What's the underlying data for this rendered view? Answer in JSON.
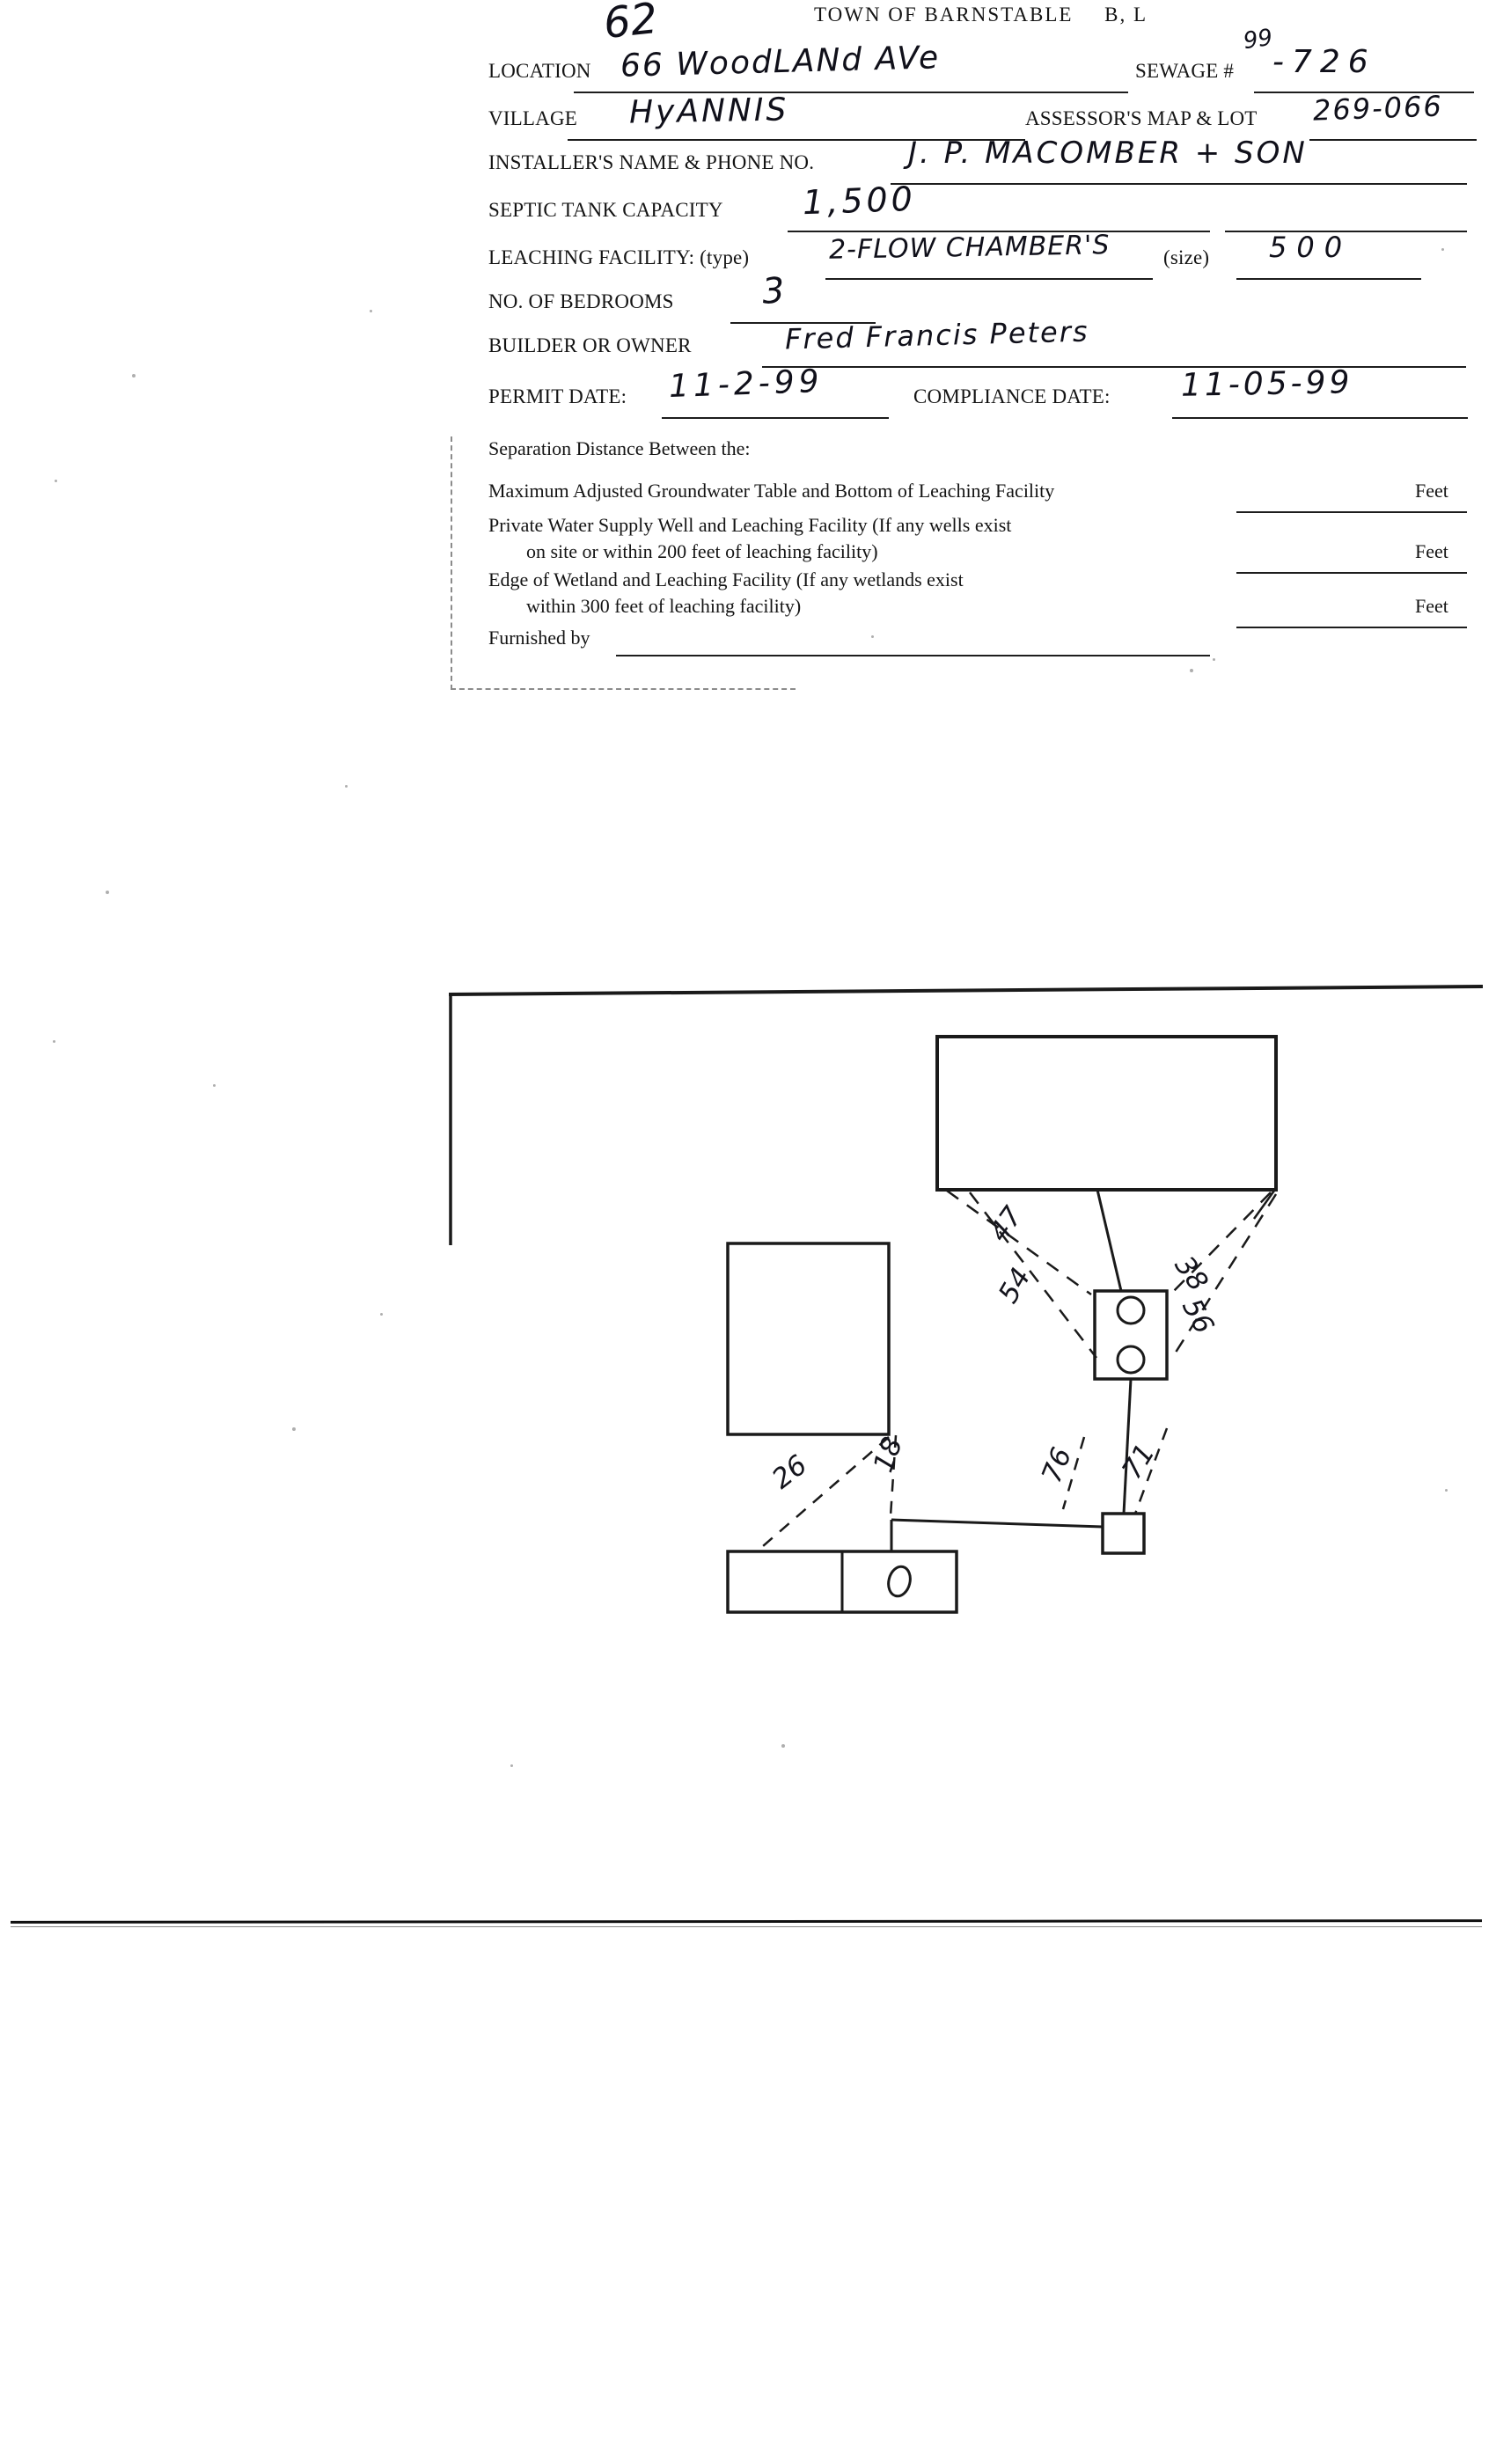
{
  "scan": {
    "title": "TOWN OF BARNSTABLE",
    "title_suffix": "B, L",
    "marginalia": {
      "corner_number": "62",
      "sewage_year": "99"
    }
  },
  "form": {
    "location": {
      "label": "LOCATION",
      "value": "66 WoodLANd AVe"
    },
    "sewage": {
      "label": "SEWAGE #",
      "value": "-726"
    },
    "village": {
      "label": "VILLAGE",
      "value": "HyANNIS"
    },
    "assessors_map_lot": {
      "label": "ASSESSOR'S MAP & LOT",
      "value": "269-066"
    },
    "installer": {
      "label": "INSTALLER'S NAME & PHONE NO.",
      "value": "J. P. MACOMBER + SON"
    },
    "septic_tank_capacity": {
      "label": "SEPTIC TANK CAPACITY",
      "value": "1,500"
    },
    "leaching_facility": {
      "label": "LEACHING FACILITY: (type)",
      "type_value": "2-FLOW CHAMBER'S",
      "size_label": "(size)",
      "size_value": "500"
    },
    "bedrooms": {
      "label": "NO. OF BEDROOMS",
      "value": "3"
    },
    "builder_or_owner": {
      "label": "BUILDER OR OWNER",
      "value": "Fred Francis Peters"
    },
    "permit_date": {
      "label": "PERMIT DATE:",
      "value": "11-2-99"
    },
    "compliance_date": {
      "label": "COMPLIANCE DATE:",
      "value": "11-05-99"
    }
  },
  "separation": {
    "heading": "Separation Distance Between the:",
    "rows": [
      {
        "line1": "Maximum Adjusted Groundwater Table and Bottom of Leaching Facility",
        "line2": "",
        "unit": "Feet"
      },
      {
        "line1": "Private Water Supply Well and Leaching Facility  (If any wells exist",
        "line2": "on site or within 200 feet of leaching facility)",
        "unit": "Feet"
      },
      {
        "line1": "Edge of Wetland and Leaching Facility (If any wetlands exist",
        "line2": "within 300 feet of leaching facility)",
        "unit": "Feet"
      }
    ],
    "furnished_by_label": "Furnished by"
  },
  "sketch": {
    "measurements": {
      "house_to_tank_left_1": "47",
      "house_to_tank_left_2": "54",
      "house_to_tank_right_1": "38",
      "house_to_tank_right_2": "56",
      "garage_to_leach_1": "26",
      "garage_to_leach_2": "18",
      "dbox_tie_1": "76",
      "dbox_tie_2": "71"
    }
  }
}
